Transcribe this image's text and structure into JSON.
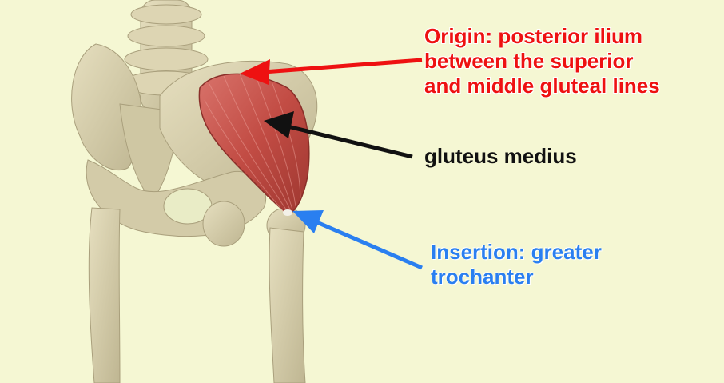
{
  "colors": {
    "background": "#f5f7d3",
    "bone": "#d9d2b0",
    "bone_shadow": "#b9b091",
    "muscle": "#c8524b",
    "origin": "#ee1111",
    "muscle_label": "#111111",
    "insertion": "#2a7ff0"
  },
  "labels": {
    "origin": {
      "line1": "Origin: posterior ilium",
      "line2": "between the superior",
      "line3": "and middle gluteal lines"
    },
    "muscle": {
      "text": "gluteus medius"
    },
    "insertion": {
      "line1": "Insertion: greater",
      "line2": "trochanter"
    }
  }
}
